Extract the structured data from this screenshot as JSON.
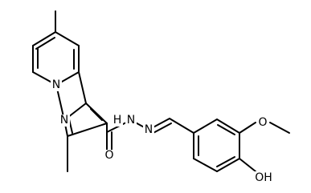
{
  "molecule": {
    "atoms": {
      "n_bridge": "N",
      "n_imidazole": "N",
      "n_amide": "N",
      "h_amide": "H",
      "n_imine": "N",
      "o_carbonyl": "O",
      "o_methoxy": "O",
      "oh": "OH"
    }
  }
}
